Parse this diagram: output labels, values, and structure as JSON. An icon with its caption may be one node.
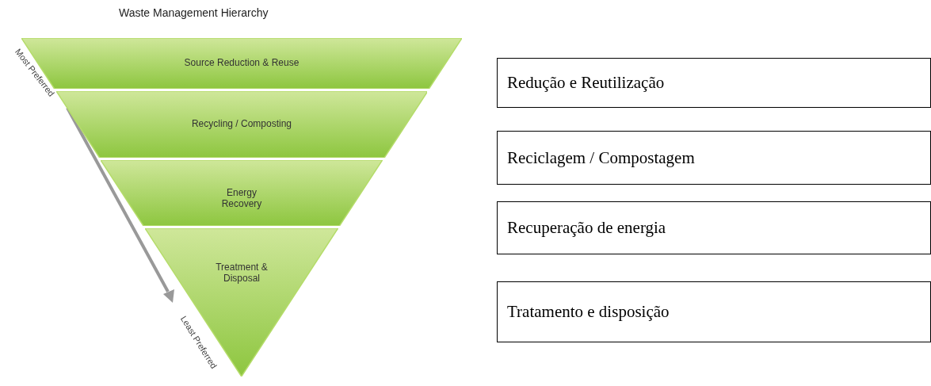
{
  "diagram": {
    "title": "Waste Management Hierarchy",
    "nodes": [
      {
        "text": [
          "Source Reduction & Reuse"
        ]
      },
      {
        "text": [
          "Recycling / Composting"
        ]
      },
      {
        "text": [
          "Energy Recovery"
        ]
      },
      {
        "text": [
          "Treatment & Disposal"
        ]
      },
      {
        "text": [
          "Redução e Reutilização"
        ]
      },
      {
        "text": [
          "Reciclagem / Compostagem"
        ]
      },
      {
        "text": [
          "Recuperação de energia"
        ]
      },
      {
        "text": [
          "Tratamento e disposição"
        ]
      }
    ],
    "edges": [],
    "labels": [
      "Most Preferred",
      "Least Preferred"
    ]
  }
}
